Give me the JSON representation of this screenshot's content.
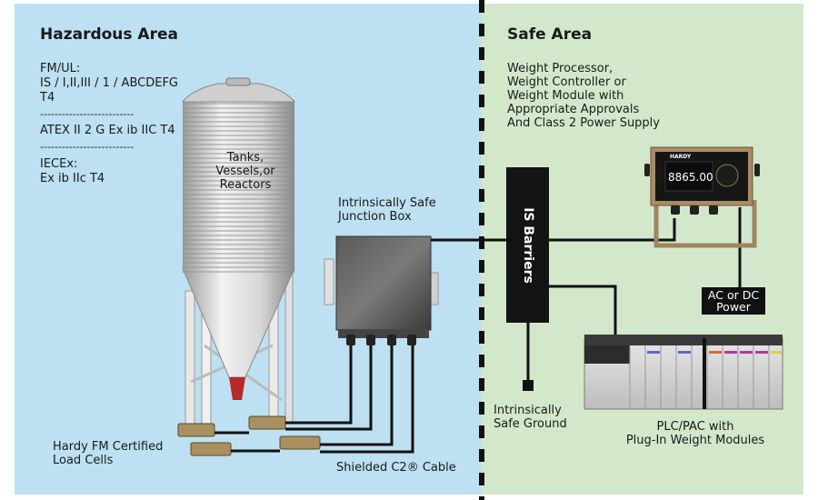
{
  "hazardous_area": {
    "title": "Hazardous Area",
    "fm_ul_heading": "FM/UL:",
    "fm_ul_line1": "IS / I,II,III / 1 / ABCDEFG",
    "fm_ul_line2": "T4",
    "separator1": "--------------------------",
    "atex": "ATEX II 2 G Ex ib IIC T4",
    "separator2": "--------------------------",
    "iecex_heading": "IECEx:",
    "iecex_value": "Ex ib IIc T4",
    "vessel_label": "Tanks,\nVessels,or\nReactors",
    "junction_box_label": "Intrinsically Safe\nJunction Box",
    "load_cells_label": "Hardy FM Certified\nLoad Cells",
    "cable_label": "Shielded C2® Cable"
  },
  "safe_area": {
    "title": "Safe Area",
    "description": "Weight Processor,\nWeight Controller or\nWeight Module with\nAppropriate Approvals\nAnd Class 2 Power Supply",
    "barrier_label": "IS Barriers",
    "power_label": "AC or DC\nPower",
    "ground_label": "Intrinsically\nSafe Ground",
    "plc_label": "PLC/PAC with\nPlug-In Weight Modules",
    "device": {
      "brand": "HARDY",
      "display_value": "8865.00"
    }
  },
  "colors": {
    "hazardous_bg": "#bde0f2",
    "safe_bg": "#d3e8cb",
    "wire": "#111111"
  }
}
